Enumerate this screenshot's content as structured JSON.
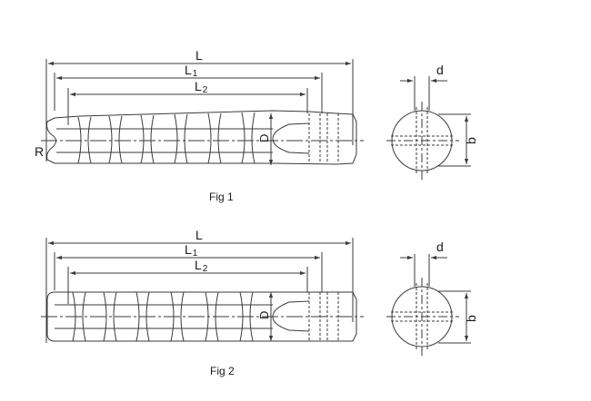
{
  "figures": [
    {
      "caption": "Fig 1",
      "dims": {
        "L": "L",
        "L1": "L",
        "L1_sub": "1",
        "L2": "L",
        "L2_sub": "2",
        "D": "D",
        "R": "R",
        "d": "d",
        "b": "b"
      }
    },
    {
      "caption": "Fig 2",
      "dims": {
        "L": "L",
        "L1": "L",
        "L1_sub": "1",
        "L2": "L",
        "L2_sub": "2",
        "D": "D",
        "d": "d",
        "b": "b"
      }
    }
  ],
  "colors": {
    "line": "#3a3a3a",
    "background": "#ffffff"
  }
}
